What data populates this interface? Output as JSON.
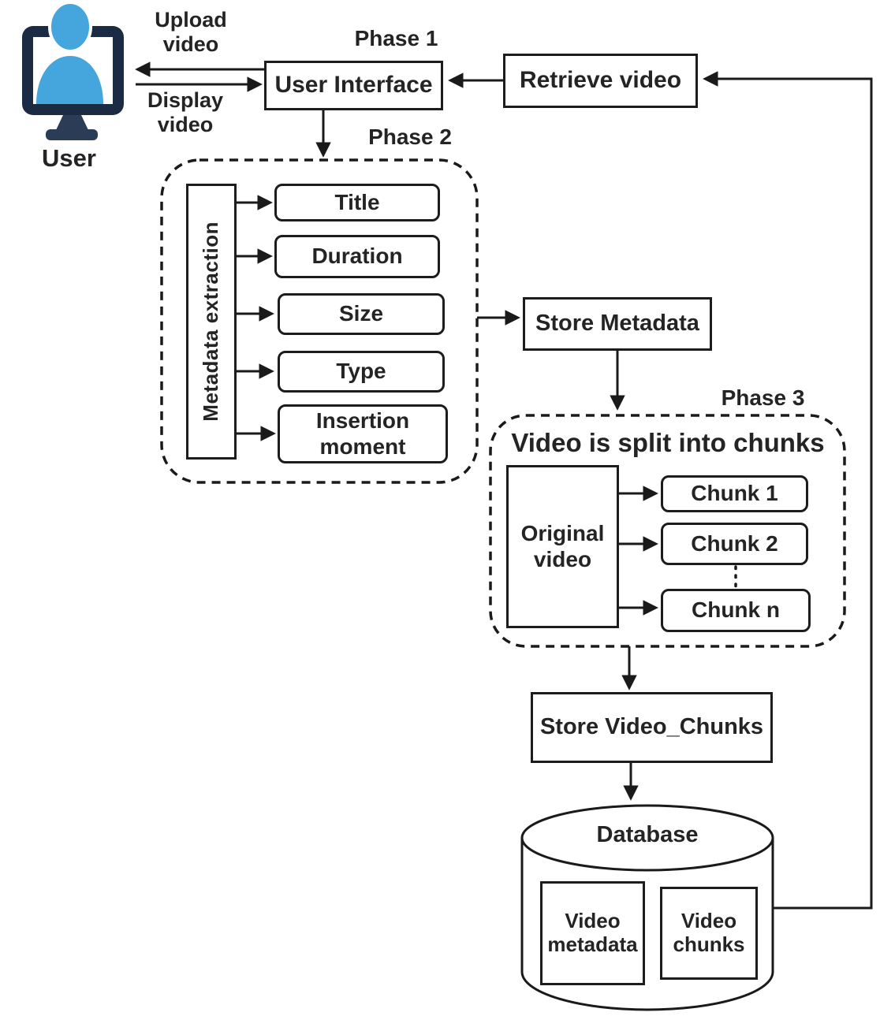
{
  "user_area": {
    "icon": "user-monitor-icon",
    "label": "User",
    "upload_label": "Upload video",
    "display_label": "Display video"
  },
  "phases": {
    "phase1": "Phase 1",
    "phase2": "Phase 2",
    "phase3": "Phase 3"
  },
  "nodes": {
    "user_interface": "User Interface",
    "retrieve_video": "Retrieve video",
    "metadata_extraction": "Metadata extraction",
    "metadata_fields": [
      "Title",
      "Duration",
      "Size",
      "Type",
      "Insertion moment"
    ],
    "store_metadata": "Store Metadata",
    "phase3_title": "Video is split into chunks",
    "original_video": "Original video",
    "chunks": [
      "Chunk 1",
      "Chunk 2",
      "Chunk n"
    ],
    "store_video_chunks": "Store Video_Chunks",
    "database": "Database",
    "database_tables": [
      "Video metadata",
      "Video chunks"
    ]
  },
  "colors": {
    "person_blue": "#45a6dd",
    "monitor_dark": "#1b2b44",
    "line": "#1a1a1a",
    "box_background": "#ffffff"
  }
}
